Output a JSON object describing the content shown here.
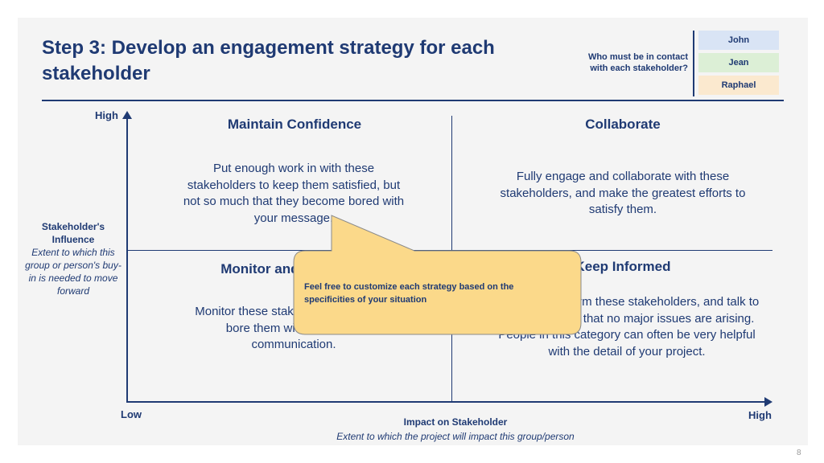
{
  "title": "Step 3: Develop an engagement strategy for each stakeholder",
  "contacts": {
    "question": "Who must be in contact with each stakeholder?",
    "people": [
      "John",
      "Jean",
      "Raphael"
    ],
    "colors": [
      "#d9e4f5",
      "#dcefd6",
      "#fbe9cf"
    ]
  },
  "axes": {
    "y_high": "High",
    "x_low": "Low",
    "x_high": "High",
    "y_title": "Stakeholder's Influence",
    "y_desc": "Extent to which this group or person's buy-in is needed to move forward",
    "x_title": "Impact on Stakeholder",
    "x_desc": "Extent to which the project will impact this group/person"
  },
  "quadrants": {
    "top_left": {
      "title": "Maintain Confidence",
      "text": "Put enough work in with these stakeholders to keep them satisfied, but not so much that they become bored with your message."
    },
    "top_right": {
      "title": "Collaborate",
      "text": "Fully engage and collaborate with these stakeholders, and make the greatest efforts to satisfy them."
    },
    "bottom_left": {
      "title": "Monitor and Anticipate",
      "text": "Monitor these stakeholders, but don't bore them with excessive communication."
    },
    "bottom_right": {
      "title": "Keep Informed",
      "text": "Adequately inform these stakeholders, and talk to them to ensure that no major issues are arising. People in this category can often be very helpful with the detail of your project."
    }
  },
  "callout": {
    "text": "Feel free to customize each strategy based on the specificities of your situation",
    "color": "#fbd98a"
  },
  "page_number": "8"
}
